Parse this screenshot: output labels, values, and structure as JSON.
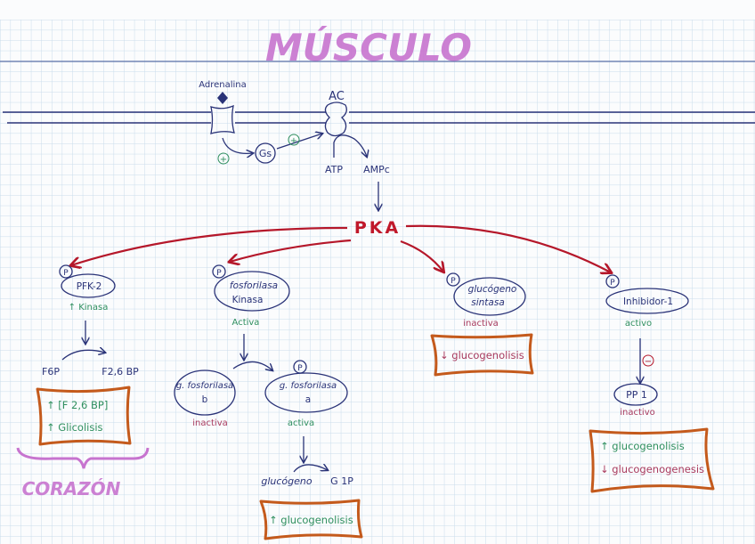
{
  "title": "MÚSCULO",
  "membrane": {
    "ligand": "Adrenalina",
    "enzyme": "AC",
    "g_protein": "Gs",
    "plus_sign": "+",
    "substrate": "ATP",
    "product": "AMPc"
  },
  "hub": "PKA",
  "phospho_mark": "P",
  "branches": {
    "pfk2": {
      "name": "PFK-2",
      "state": "↑ Kinasa",
      "reaction_from": "F6P",
      "reaction_to": "F2,6 BP",
      "result_lines": [
        "↑ [F 2,6 BP]",
        "↑ Glicolisis"
      ],
      "tissue_note": "CORAZÓN"
    },
    "fosforilasa_kinasa": {
      "name_lines": [
        "fosforilasa",
        "Kinasa"
      ],
      "state": "Activa",
      "inactive_form": {
        "name_lines": [
          "g. fosforilasa",
          "b"
        ],
        "state": "inactiva"
      },
      "active_form": {
        "name_lines": [
          "g. fosforilasa",
          "a"
        ],
        "state": "activa"
      },
      "reaction_from": "glucógeno",
      "reaction_to": "G 1P",
      "result": "↑ glucogenolisis"
    },
    "glucogeno_sintasa": {
      "name_lines": [
        "glucógeno",
        "sintasa"
      ],
      "state": "inactiva",
      "result": "↓ glucogenolisis"
    },
    "inhibidor1": {
      "name": "Inhibidor-1",
      "state": "activo",
      "minus_sign": "−",
      "target": "PP 1",
      "target_state": "inactivo",
      "result_lines": [
        "↑ glucogenolisis",
        "↓ glucogenogenesis"
      ]
    }
  },
  "colors": {
    "ink_blue": "#2a3378",
    "ink_red": "#b5172a",
    "ink_green": "#2f8f5f",
    "box_orange": "#c45a1c",
    "title_pink": "#c774cf",
    "grid": "#c9dceb"
  }
}
